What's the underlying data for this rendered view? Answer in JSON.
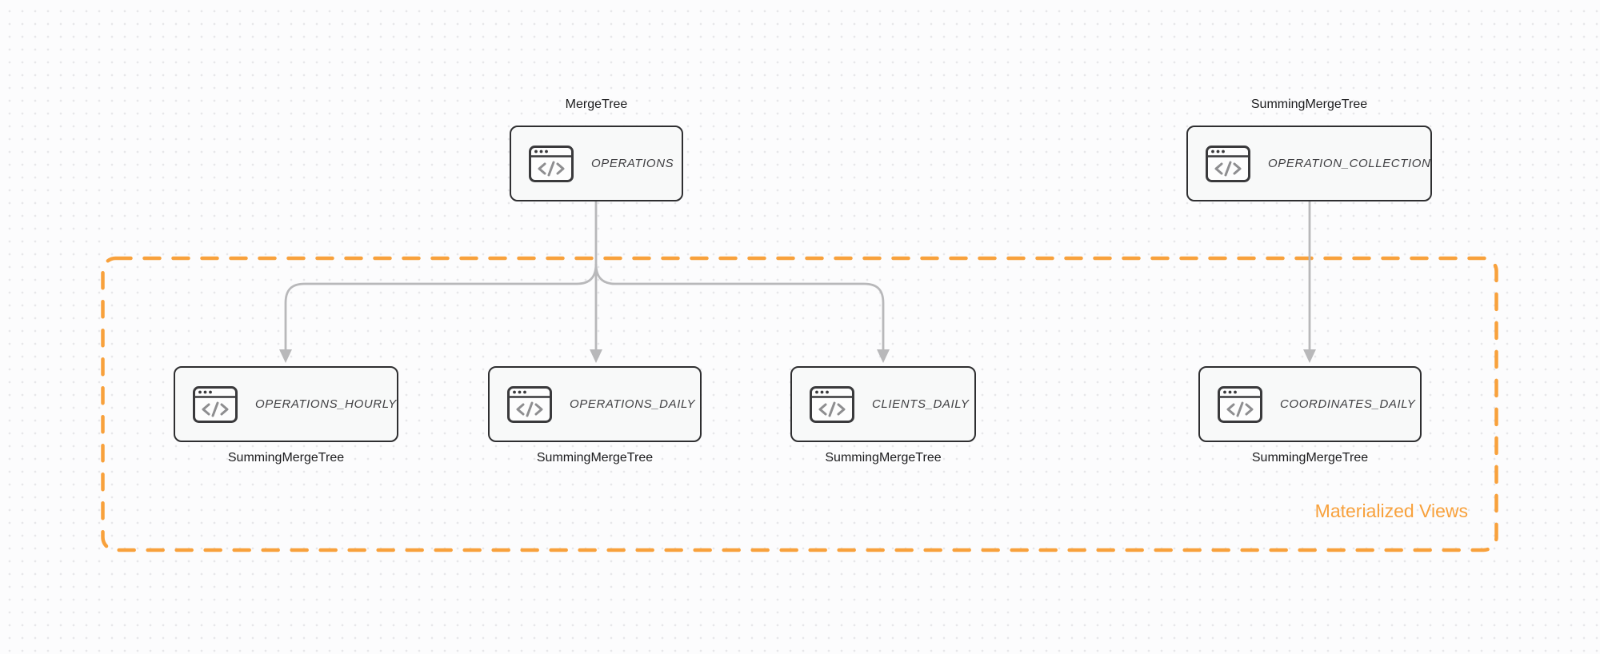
{
  "diagram": {
    "group_label": "Materialized Views",
    "accent_color": "#F8A13C",
    "edge_color": "#B8B8BA",
    "node_border_color": "#2F2F31",
    "node_fill_color": "#F8F9F9",
    "icon": "code-window-icon",
    "nodes": [
      {
        "id": "operations",
        "engine": "MergeTree",
        "name": "OPERATIONS"
      },
      {
        "id": "operation-collection",
        "engine": "SummingMergeTree",
        "name": "OPERATION_COLLECTION"
      },
      {
        "id": "operations-hourly",
        "engine": "SummingMergeTree",
        "name": "OPERATIONS_HOURLY"
      },
      {
        "id": "operations-daily",
        "engine": "SummingMergeTree",
        "name": "OPERATIONS_DAILY"
      },
      {
        "id": "clients-daily",
        "engine": "SummingMergeTree",
        "name": "CLIENTS_DAILY"
      },
      {
        "id": "coordinates-daily",
        "engine": "SummingMergeTree",
        "name": "COORDINATES_DAILY"
      }
    ],
    "edges": [
      {
        "from": "OPERATIONS",
        "to": "OPERATIONS_HOURLY"
      },
      {
        "from": "OPERATIONS",
        "to": "OPERATIONS_DAILY"
      },
      {
        "from": "OPERATIONS",
        "to": "CLIENTS_DAILY"
      },
      {
        "from": "OPERATION_COLLECTION",
        "to": "COORDINATES_DAILY"
      }
    ]
  }
}
